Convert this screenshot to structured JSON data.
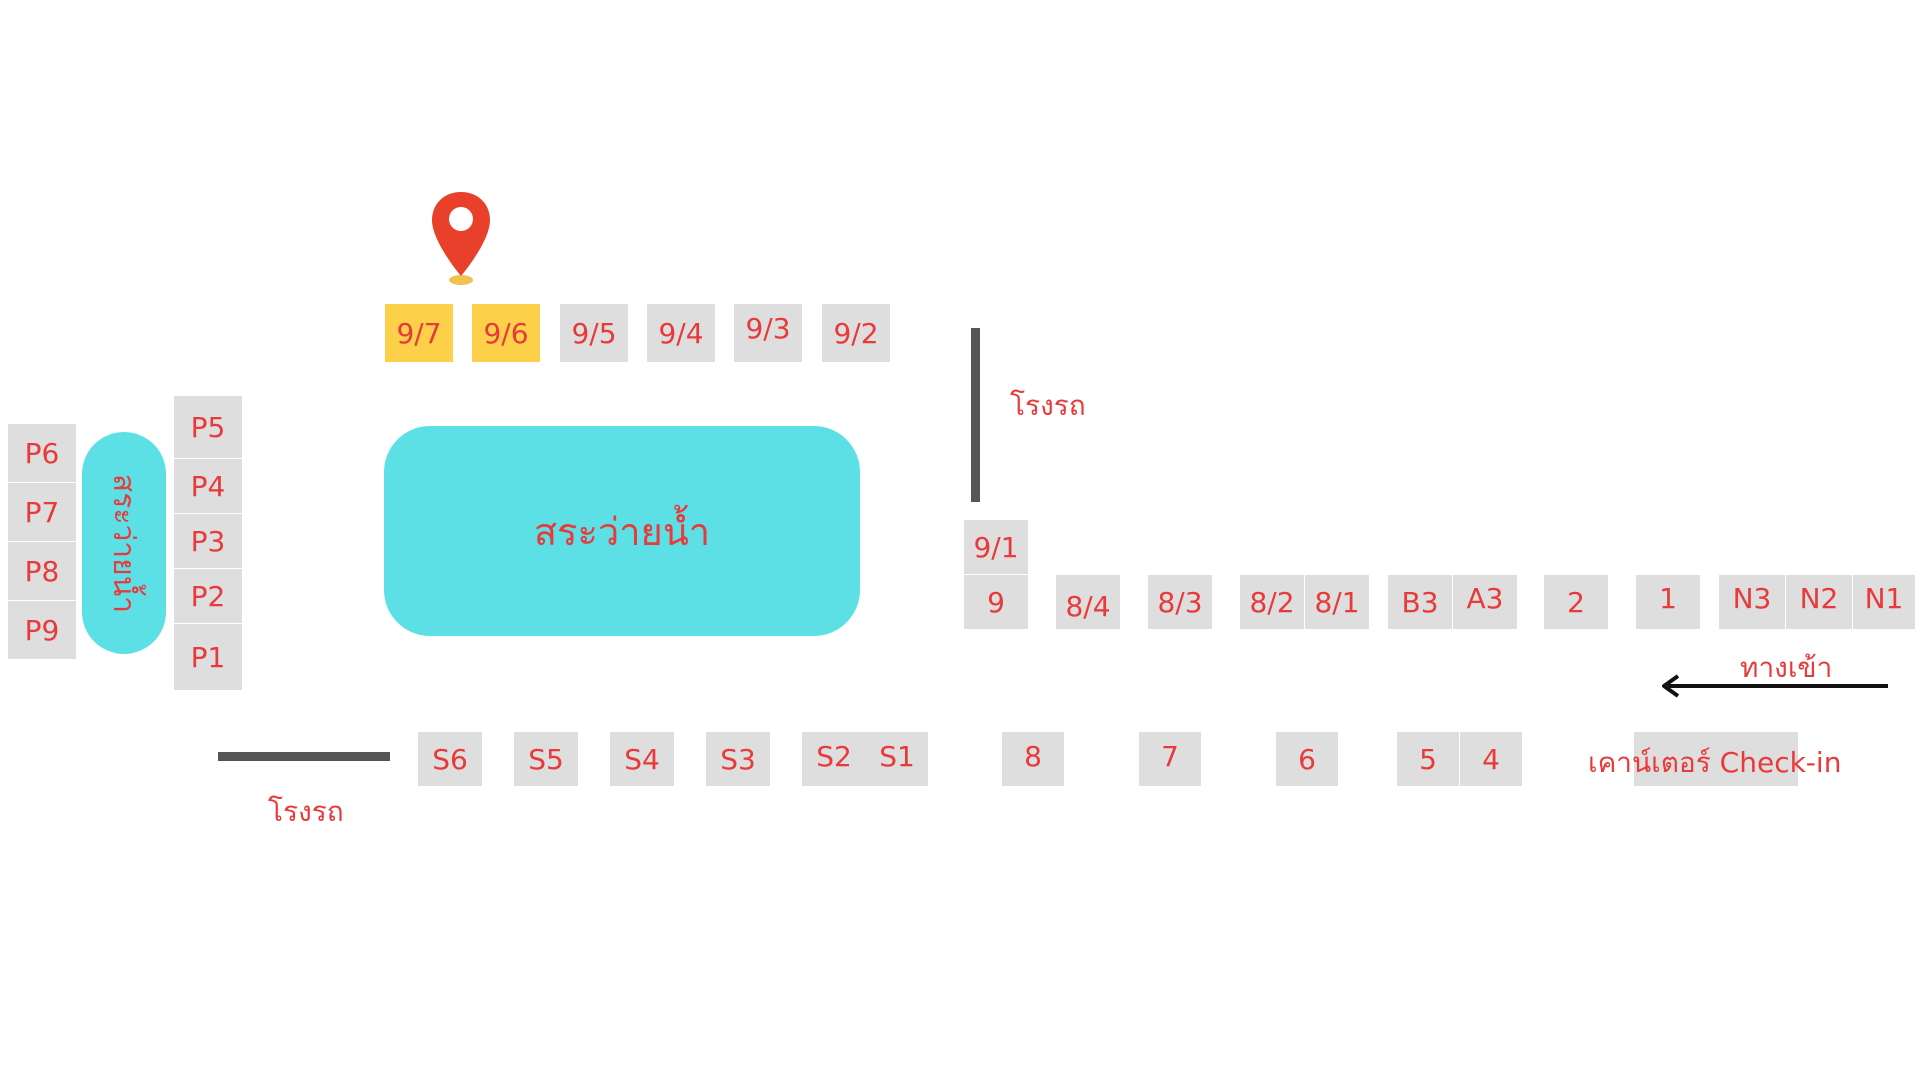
{
  "map": {
    "units": {
      "u97": "9/7",
      "u96": "9/6",
      "u95": "9/5",
      "u94": "9/4",
      "u93": "9/3",
      "u92": "9/2",
      "u91": "9/1",
      "u9": "9",
      "u84": "8/4",
      "u83": "8/3",
      "u82": "8/2",
      "u81": "8/1",
      "ub3": "B3",
      "ua3": "A3",
      "u2": "2",
      "u1": "1",
      "un3": "N3",
      "un2": "N2",
      "un1": "N1",
      "up5": "P5",
      "up4": "P4",
      "up3": "P3",
      "up2": "P2",
      "up1": "P1",
      "up6": "P6",
      "up7": "P7",
      "up8": "P8",
      "up9": "P9",
      "us6": "S6",
      "us5": "S5",
      "us4": "S4",
      "us3": "S3",
      "us2": "S2",
      "us1": "S1",
      "u8": "8",
      "u7": "7",
      "u6": "6",
      "u5": "5",
      "u4": "4"
    },
    "pool_main_label": "สระว่ายน้ำ",
    "pool_small_label": "สระว่ายน้ำ",
    "garage_label_right": "โรงรถ",
    "garage_label_left": "โรงรถ",
    "entrance_label": "ทางเข้า",
    "checkin_label": "เคาน์เตอร์ Check-in"
  },
  "colors": {
    "unit": "#dedede",
    "highlight": "#fdd04a",
    "pool": "#5ce0e6",
    "text": "#e83a3a",
    "pin": "#e8402a"
  },
  "icons": {
    "pin": "map-pin-icon",
    "arrow": "arrow-left-icon"
  }
}
